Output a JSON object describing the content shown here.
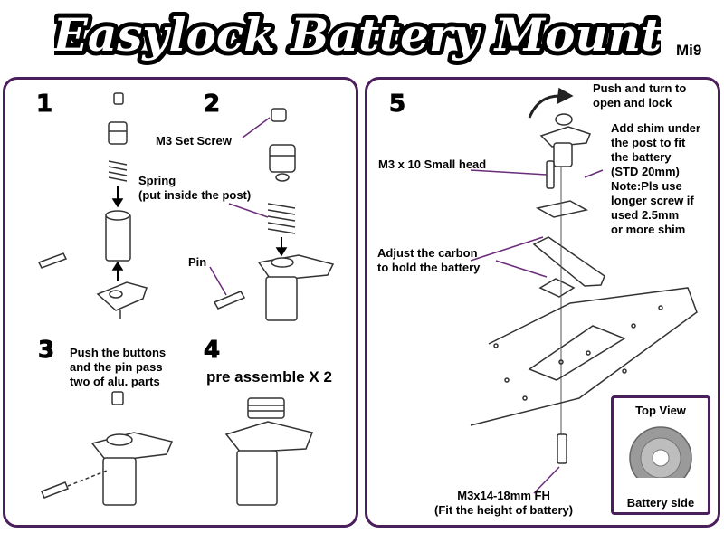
{
  "header": {
    "title": "Easylock Battery Mount",
    "model": "Mi9"
  },
  "steps": {
    "s1": "1",
    "s2": "2",
    "s3": "3",
    "s4": "4",
    "s5": "5"
  },
  "labels": {
    "spring": "Spring\n(put inside the post)",
    "m3_set_screw": "M3 Set Screw",
    "pin": "Pin",
    "push_buttons": "Push the buttons\nand the pin pass\ntwo of alu. parts",
    "pre_assemble": "pre assemble X 2",
    "push_turn": "Push and turn to\nopen and lock",
    "add_shim": "Add shim under\nthe post to fit\nthe battery\n(STD 20mm)\nNote:Pls use\nlonger screw if\nused 2.5mm\nor more shim",
    "m3x10": "M3 x 10 Small head",
    "adjust_carbon": "Adjust the carbon\nto hold the battery",
    "m3x14": "M3x14-18mm FH\n(Fit the height of battery)"
  },
  "top_view": {
    "title": "Top View",
    "bottom": "Battery side"
  },
  "colors": {
    "frame": "#4a1f5c",
    "line": "#6a2d7a",
    "part": "#333333"
  }
}
